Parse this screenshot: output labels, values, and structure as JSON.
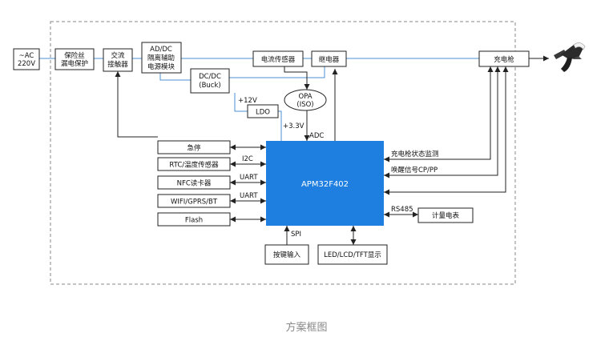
{
  "colors": {
    "line": "#222222",
    "signal_line": "#4a8fd6",
    "mcu_fill": "#1e7fe0",
    "mcu_text": "#ffffff",
    "dashed": "#888888",
    "caption": "#888888"
  },
  "blocks": {
    "ac_input": [
      "~AC",
      "220V"
    ],
    "fuse": [
      "保险丝",
      "漏电保护"
    ],
    "contactor": [
      "交流",
      "接触器"
    ],
    "acdc": [
      "AD/DC",
      "隔离辅助",
      "电源模块"
    ],
    "dcdc": [
      "DC/DC",
      "(Buck)"
    ],
    "ldo": "LDO",
    "current_sensor": "电流传感器",
    "relay": "继电器",
    "opa": [
      "OPA",
      "(ISO)"
    ],
    "charging_gun": "充电枪",
    "mcu": "APM32F402",
    "estop": "急停",
    "rtc": "RTC/温度传感器",
    "nfc": "NFC读卡器",
    "wifi": "WIFI/GPRS/BT",
    "flash": "Flash",
    "keys": "按键输入",
    "display": "LED/LCD/TFT显示",
    "meter": "计量电表"
  },
  "labels": {
    "v12": "+12V",
    "v33": "+3.3V",
    "adc": "ADC",
    "i2c": "I2C",
    "uart1": "UART",
    "uart2": "UART",
    "spi": "SPI",
    "rs485": "RS485",
    "gun_status": "充电枪状态监测",
    "wake_signal": "唤醒信号CP/PP"
  },
  "icons": {
    "plug": "ev-charging-plug-icon"
  },
  "caption": "方案框图"
}
